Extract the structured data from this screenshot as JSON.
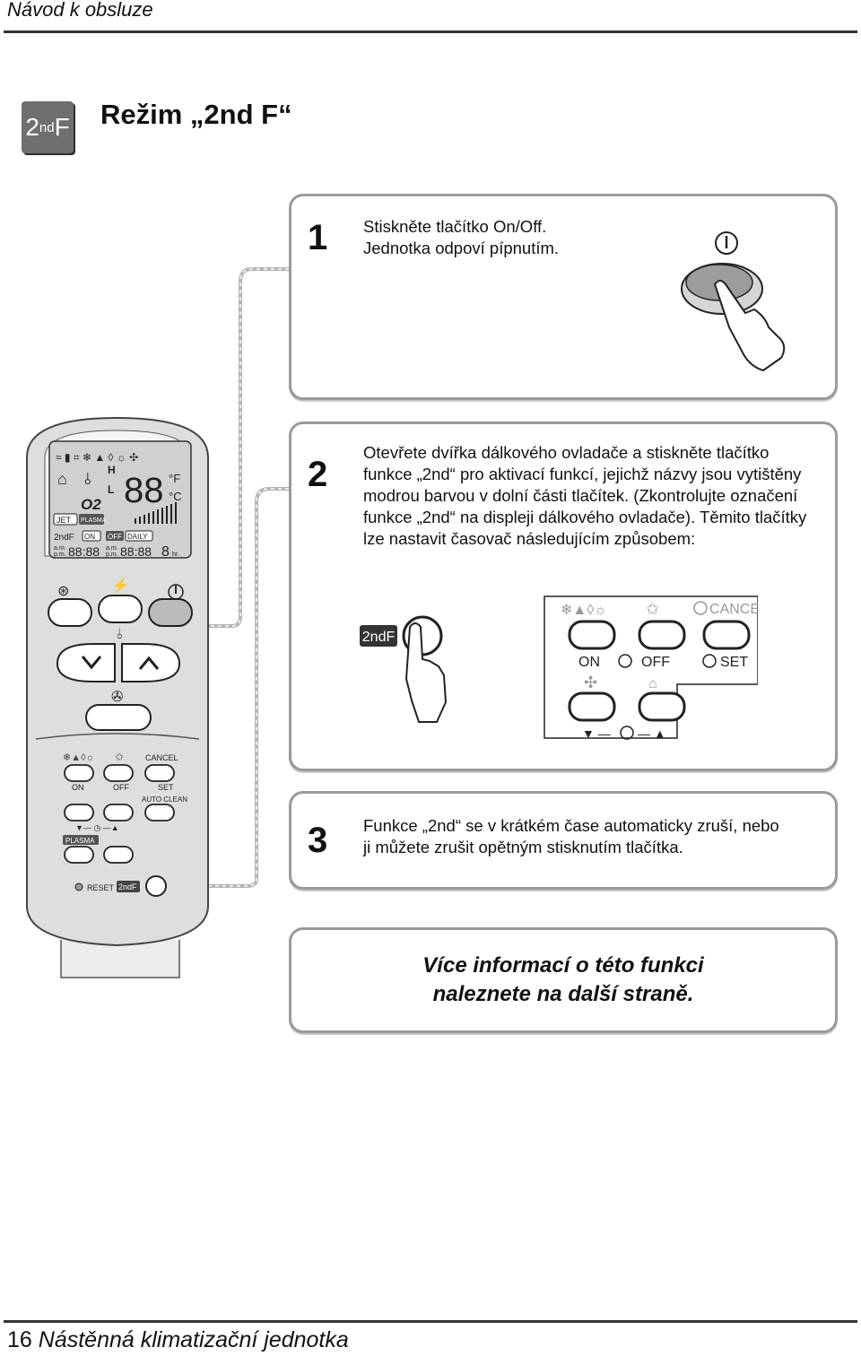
{
  "header": {
    "title": "Návod k obsluze"
  },
  "section": {
    "badge_main": "2",
    "badge_sup": "nd",
    "badge_tail": "F",
    "title": "Režim „2nd F“"
  },
  "steps": [
    {
      "num": "1",
      "text": "Stiskněte tlačítko On/Off.\nJednotka odpoví pípnutím."
    },
    {
      "num": "2",
      "text": "Otevřete dvířka dálkového ovladače a stiskněte tlačítko\nfunkce „2nd“ pro aktivací funkcí, jejichž názvy jsou vytištěny\nmodrou barvou v dolní části tlačítek. (Zkontrolujte označení\nfunkce „2nd“ na displeji dálkového ovladače). Těmito tlačítky\nlze nastavit časovač následujícím způsobem:"
    },
    {
      "num": "3",
      "text": "Funkce „2nd“ se v krátkém čase automaticky zruší, nebo\nji můžete zrušit opětným stisknutím tlačítka."
    }
  ],
  "info": "Více informací o této funkci\nnaleznete na další straně.",
  "remote": {
    "display": {
      "h": "H",
      "l": "L",
      "digits": "88",
      "unit_f": "°F",
      "unit_c": "°C",
      "o2": "O2",
      "jet": "JET",
      "plasma": "PLASMA",
      "second_f": "2ndF",
      "on": "ON",
      "off": "OFF",
      "daily": "DAILY",
      "am": "a.m.",
      "pm": "p.m.",
      "time": "88:88",
      "hr_digit": "8",
      "hr": "hr."
    },
    "labels": {
      "cancel": "CANCEL",
      "on": "ON",
      "off": "OFF",
      "set": "SET",
      "auto_clean": "AUTO CLEAN",
      "plasma": "PLASMA",
      "reset": "RESET",
      "second_f": "2ndF"
    }
  },
  "detail": {
    "second_f": "2ndF",
    "cancel": "CANCEL",
    "on": "ON",
    "off": "OFF",
    "set": "SET"
  },
  "footer": {
    "page": "16",
    "title": "Nástěnná klimatizační jednotka"
  }
}
